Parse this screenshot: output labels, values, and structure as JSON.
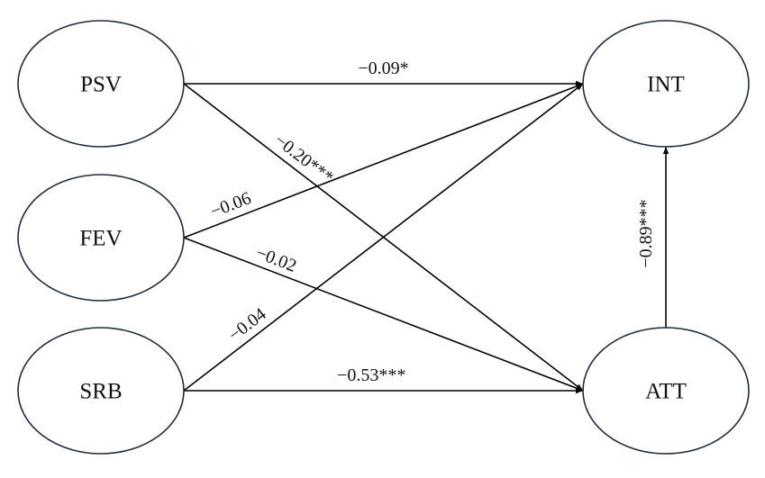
{
  "diagram": {
    "type": "structural-equation-path-model",
    "nodes": [
      {
        "id": "PSV",
        "label": "PSV",
        "column": "left",
        "row": 1
      },
      {
        "id": "FEV",
        "label": "FEV",
        "column": "left",
        "row": 2
      },
      {
        "id": "SRB",
        "label": "SRB",
        "column": "left",
        "row": 3
      },
      {
        "id": "INT",
        "label": "INT",
        "column": "right",
        "row": 1
      },
      {
        "id": "ATT",
        "label": "ATT",
        "column": "right",
        "row": 3
      }
    ],
    "paths": [
      {
        "from": "PSV",
        "to": "INT",
        "label": "−0.09*",
        "coefficient": -0.09,
        "significance": "*"
      },
      {
        "from": "PSV",
        "to": "ATT",
        "label": "−0.20***",
        "coefficient": -0.2,
        "significance": "***"
      },
      {
        "from": "FEV",
        "to": "INT",
        "label": "−0.06",
        "coefficient": -0.06,
        "significance": ""
      },
      {
        "from": "FEV",
        "to": "ATT",
        "label": "−0.02",
        "coefficient": -0.02,
        "significance": ""
      },
      {
        "from": "SRB",
        "to": "INT",
        "label": "−0.04",
        "coefficient": -0.04,
        "significance": ""
      },
      {
        "from": "SRB",
        "to": "ATT",
        "label": "−0.53***",
        "coefficient": -0.53,
        "significance": "***"
      },
      {
        "from": "ATT",
        "to": "INT",
        "label": "−0.89***",
        "coefficient": -0.89,
        "significance": "***"
      }
    ],
    "colors": {
      "node_stroke": "#1e2b3a",
      "line": "#000000",
      "text": "#111111",
      "background": "#ffffff"
    }
  }
}
